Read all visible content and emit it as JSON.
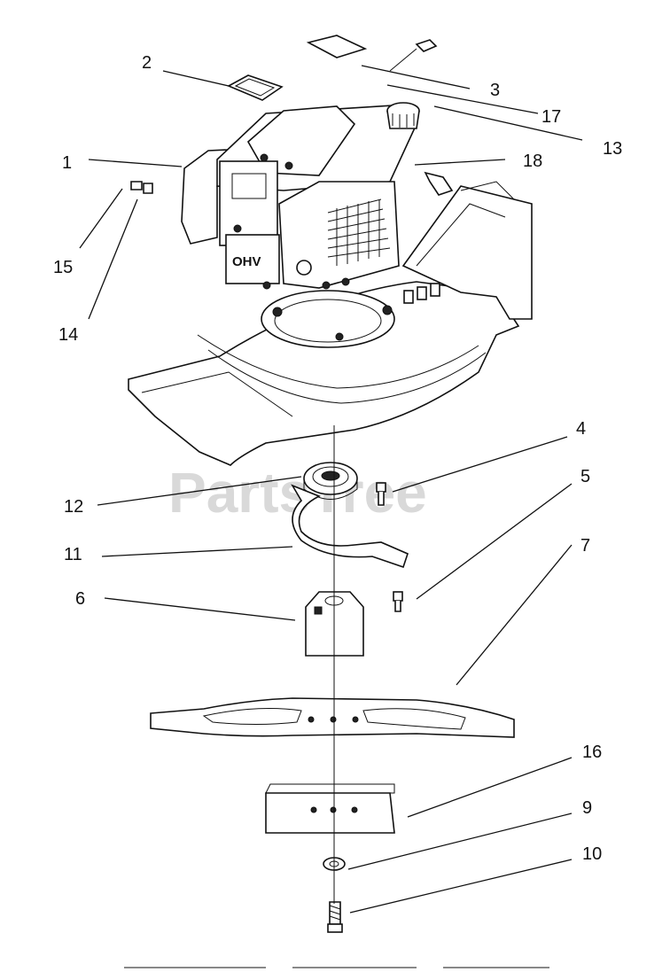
{
  "watermark": "PartsTree",
  "engine_badge": "OHV",
  "callouts": [
    "1",
    "2",
    "3",
    "4",
    "5",
    "6",
    "7",
    "9",
    "10",
    "11",
    "12",
    "13",
    "14",
    "15",
    "16",
    "17",
    "18"
  ]
}
